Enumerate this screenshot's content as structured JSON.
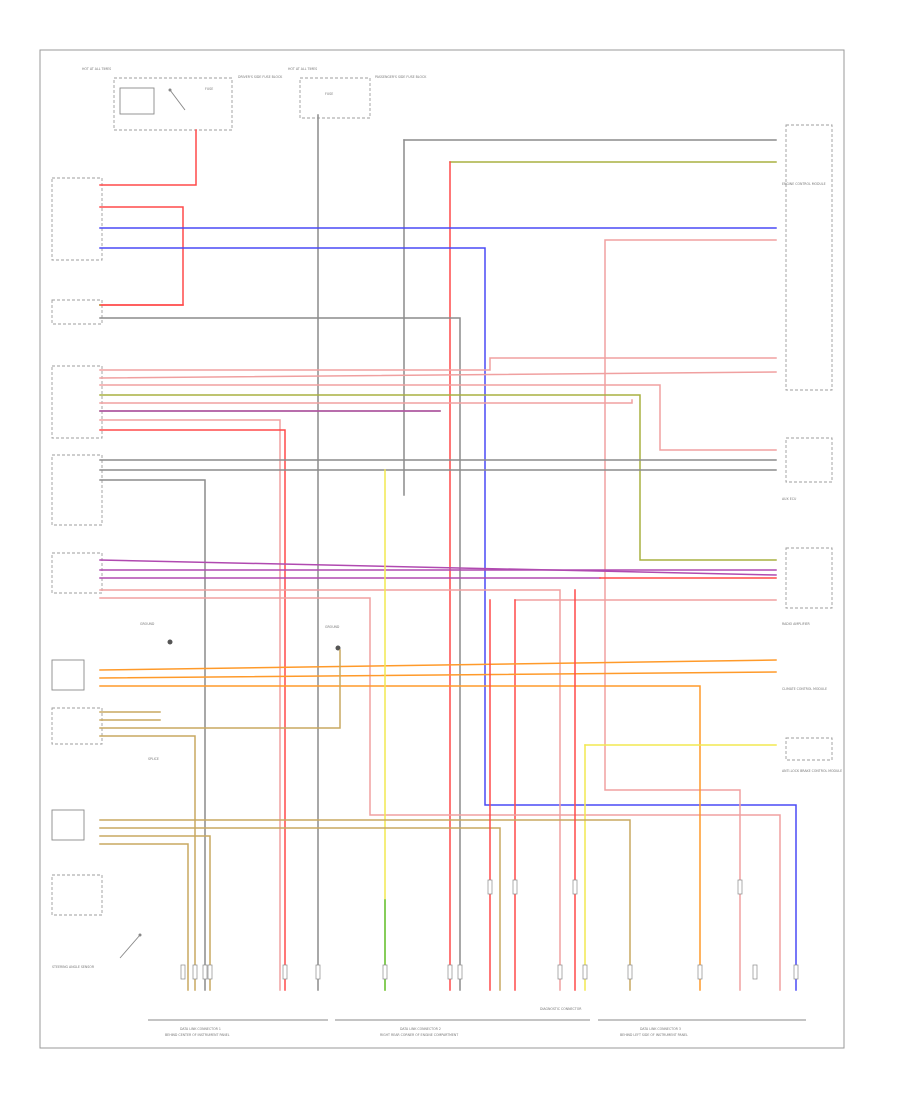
{
  "diagram": {
    "page_code": "",
    "colors": {
      "frame": "#9a9a9a",
      "red": "#ff4a4a",
      "blue": "#4a4af5",
      "purple": "#b04ab0",
      "pink": "#f0a0a0",
      "grey": "#8c8c8c",
      "olive": "#a8b040",
      "green": "#60c040",
      "orange": "#ff9a2a",
      "yellow": "#f2e850",
      "tan": "#c8a860"
    },
    "labels": {
      "fuse_a": "HOT AT ALL TIMES",
      "fuse_b": "HOT AT ALL TIMES",
      "fuse_a_note": "FUSE",
      "fuse_b_note": "FUSE",
      "fuse_a_desc": "DRIVER'S SIDE FUSE BLOCK",
      "fuse_b_desc": "PASSENGER'S SIDE FUSE BLOCK",
      "ecm": "ENGINE CONTROL MODULE",
      "aux_ecu": "AUX ECU",
      "radio_amp": "RADIO AMPLIFIER",
      "climate": "CLIMATE CONTROL MODULE",
      "abs": "ANTI-LOCK BRAKE CONTROL MODULE",
      "sensor": "STEERING ANGLE SENSOR",
      "diag": "DIAGNOSTIC CONNECTOR",
      "conn1": "DATA LINK CONNECTOR 1",
      "conn2": "DATA LINK CONNECTOR 2",
      "conn3": "DATA LINK CONNECTOR 3",
      "conn1_sub": "BEHIND CENTER OF INSTRUMENT PANEL",
      "conn2_sub": "RIGHT REAR CORNER OF ENGINE COMPARTMENT",
      "conn3_sub": "BEHIND LEFT SIDE OF INSTRUMENT PANEL",
      "ground_a": "GROUND",
      "ground_b": "GROUND",
      "splice": "SPLICE"
    }
  }
}
